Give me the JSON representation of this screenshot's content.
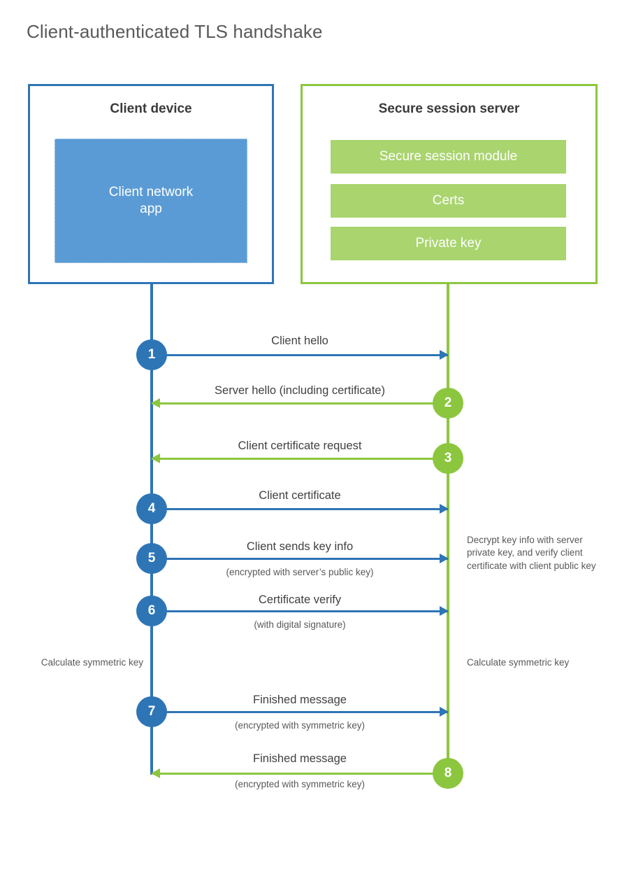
{
  "diagram": {
    "title": "Client-authenticated TLS handshake",
    "type": "sequence-diagram"
  },
  "colors": {
    "client_blue": "#2e75b6",
    "client_app_fill": "#5b9bd5",
    "server_green": "#8cc63f",
    "server_bar_fill": "#a9d46e",
    "title_gray": "#58595b",
    "body_gray": "#414042"
  },
  "actors": {
    "client": {
      "title": "Client device",
      "app_label": "Client network\napp"
    },
    "server": {
      "title": "Secure session server",
      "components": [
        {
          "label": "Secure session module"
        },
        {
          "label": "Certs"
        },
        {
          "label": "Private key"
        }
      ]
    }
  },
  "steps": [
    {
      "number": "1",
      "label": "Client hello",
      "sub": "",
      "direction": "client-to-server",
      "origin": "client"
    },
    {
      "number": "2",
      "label": "Server hello (including certificate)",
      "sub": "",
      "direction": "server-to-client",
      "origin": "server"
    },
    {
      "number": "3",
      "label": "Client certificate request",
      "sub": "",
      "direction": "server-to-client",
      "origin": "server"
    },
    {
      "number": "4",
      "label": "Client certificate",
      "sub": "",
      "direction": "client-to-server",
      "origin": "client"
    },
    {
      "number": "5",
      "label": "Client sends key info",
      "sub": "(encrypted with server’s public key)",
      "direction": "client-to-server",
      "origin": "client"
    },
    {
      "number": "6",
      "label": "Certificate verify",
      "sub": "(with digital signature)",
      "direction": "client-to-server",
      "origin": "client"
    },
    {
      "number": "7",
      "label": "Finished message",
      "sub": "(encrypted with symmetric key)",
      "direction": "client-to-server",
      "origin": "client"
    },
    {
      "number": "8",
      "label": "Finished message",
      "sub": "(encrypted with symmetric key)",
      "direction": "server-to-client",
      "origin": "server"
    }
  ],
  "annotations": {
    "server_decrypt": "Decrypt key info with server private key, and verify client certificate with client public key",
    "client_calculate": "Calculate symmetric key",
    "server_calculate": "Calculate symmetric key"
  }
}
